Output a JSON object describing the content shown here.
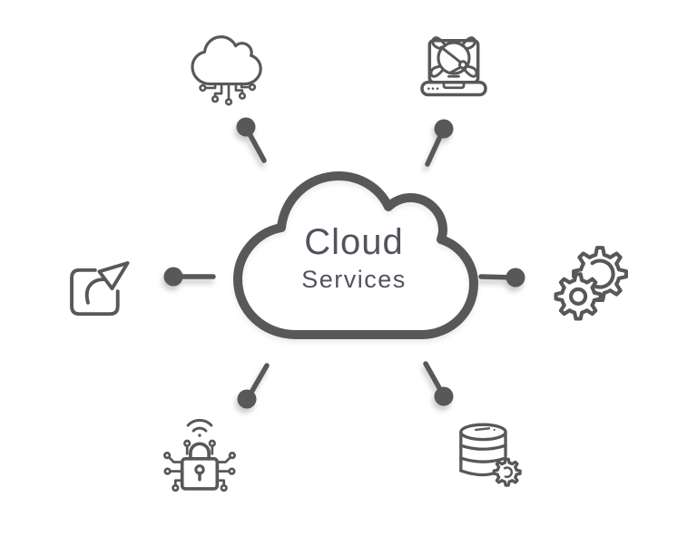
{
  "colors": {
    "background": "#ffffff",
    "line": "#58585a",
    "text": "#53535c"
  },
  "center": {
    "line1": "Cloud",
    "line2": "Services"
  },
  "nodes": [
    {
      "icon": "cloud-computing-icon",
      "position": "top-left"
    },
    {
      "icon": "laptop-globe-icon",
      "position": "top-right"
    },
    {
      "icon": "gears-icon",
      "position": "right"
    },
    {
      "icon": "database-gear-icon",
      "position": "bottom-right"
    },
    {
      "icon": "security-lock-icon",
      "position": "bottom-left"
    },
    {
      "icon": "share-icon",
      "position": "left"
    }
  ]
}
